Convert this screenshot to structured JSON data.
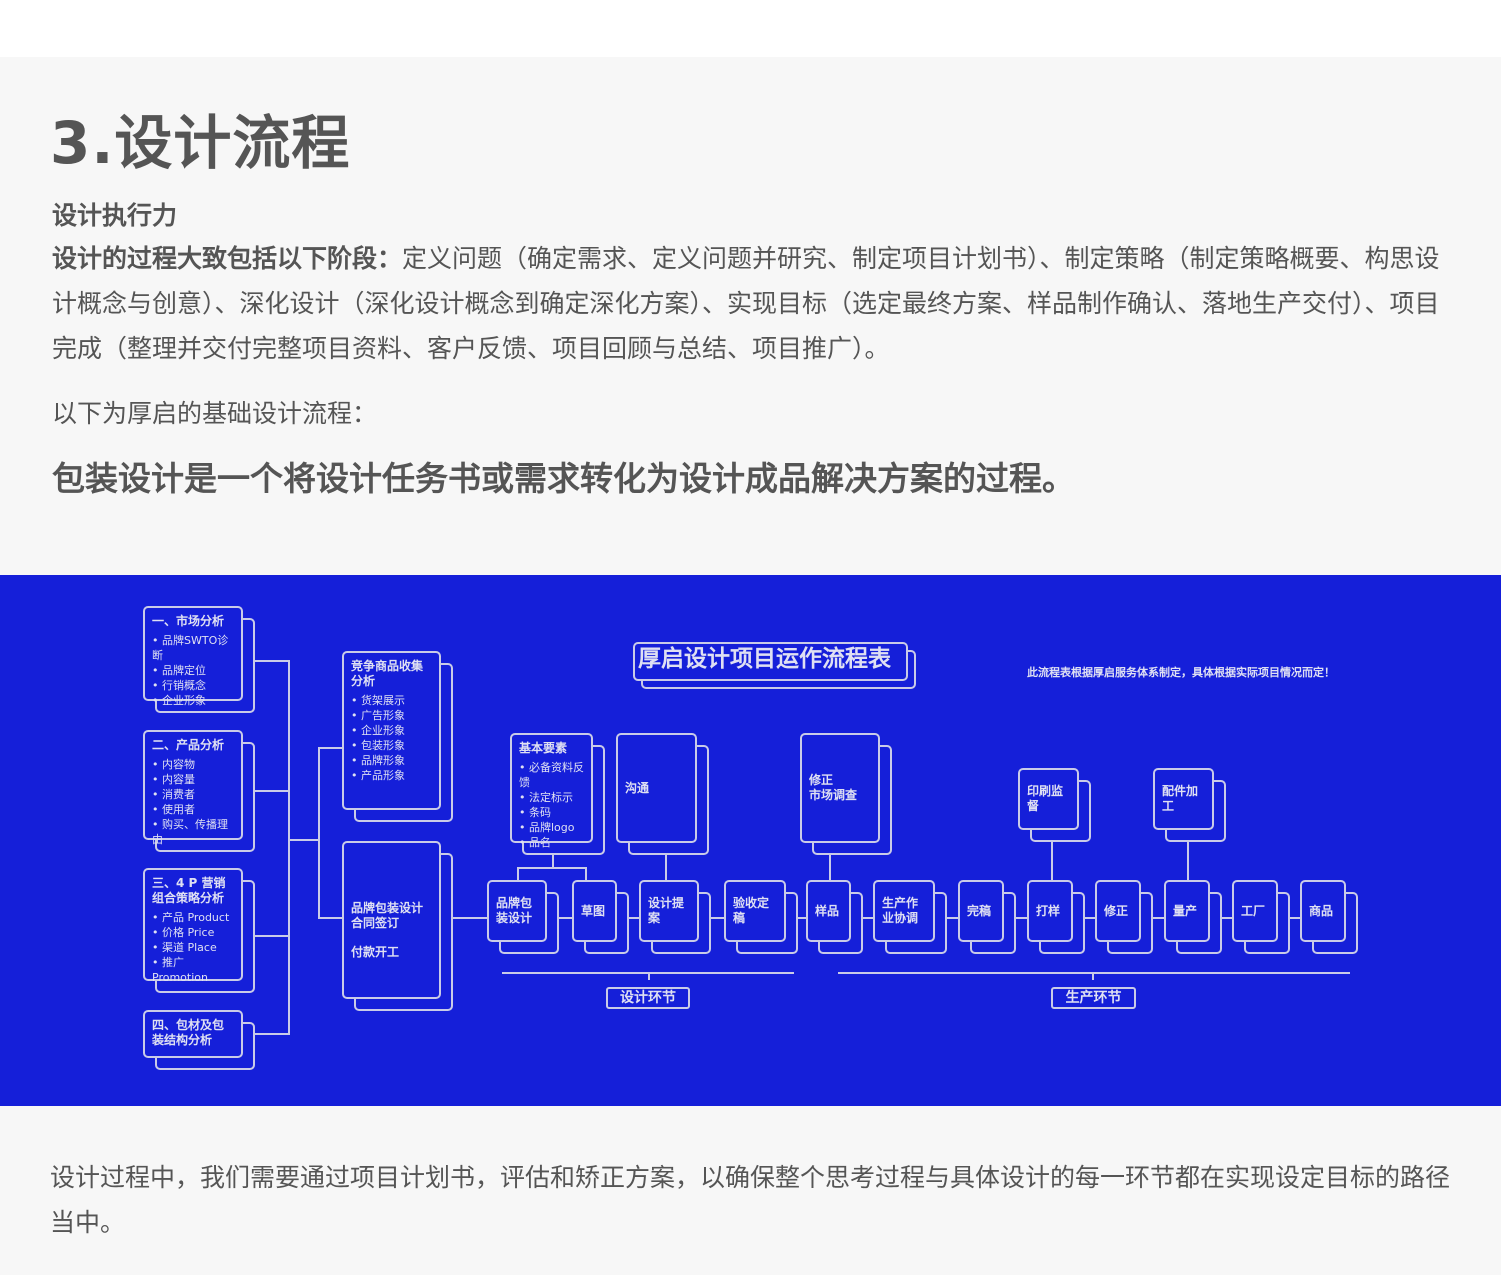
{
  "heading": "3.设计流程",
  "subheading": "设计执行力",
  "paragraph_lead": "设计的过程大致包括以下阶段：",
  "paragraph_body": "定义问题（确定需求、定义问题并研究、制定项目计划书）、制定策略（制定策略概要、构思设计概念与创意）、深化设计（深化设计概念到确定深化方案）、实现目标（选定最终方案、样品制作确认、落地生产交付）、项目完成（整理并交付完整项目资料、客户反馈、项目回顾与总结、项目推广）。",
  "intro": "以下为厚启的基础设计流程：",
  "lead": "包装设计是一个将设计任务书或需求转化为设计成品解决方案的过程。",
  "diagram": {
    "title": "厚启设计项目运作流程表",
    "note": "此流程表根据厚启服务体系制定，具体根据实际项目情况而定！",
    "analysis": [
      {
        "title": "一、市场分析",
        "items": [
          "品牌SWTO诊断",
          "品牌定位",
          "行销概念",
          "企业形象"
        ]
      },
      {
        "title": "二、产品分析",
        "items": [
          "内容物",
          "内容量",
          "消费者",
          "使用者",
          "购买、传播理由"
        ]
      },
      {
        "title": "三、4 P  营销组合策略分析",
        "items": [
          "产品 Product",
          "价格 Price",
          "渠道 Place",
          "推广 Promotion"
        ]
      },
      {
        "title": "四、包材及包装结构分析",
        "items": []
      }
    ],
    "competition": {
      "title": "竞争商品收集分析",
      "items": [
        "货架展示",
        "广告形象",
        "企业形象",
        "包装形象",
        "品牌形象",
        "产品形象"
      ]
    },
    "contract": {
      "line1": "品牌包装设计合同签订",
      "line2": "付款开工"
    },
    "upper": [
      {
        "title": "基本要素",
        "items": [
          "必备资料反馈",
          "法定标示",
          "条码",
          "品牌logo",
          "品名"
        ]
      },
      {
        "title": "沟通",
        "items": []
      },
      {
        "title": "修正\n市场调查",
        "items": []
      },
      {
        "title": "印刷监督",
        "items": []
      },
      {
        "title": "配件加工",
        "items": []
      }
    ],
    "steps": [
      "品牌包装设计",
      "草图",
      "设计提案",
      "验收定稿",
      "样品",
      "生产作业协调",
      "完稿",
      "打样",
      "修正",
      "量产",
      "工厂",
      "商品"
    ],
    "phase_design": "设计环节",
    "phase_production": "生产环节",
    "colors": {
      "background": "#151fd9",
      "line": "#c9cbe8"
    }
  },
  "footer": "设计过程中，我们需要通过项目计划书，评估和矫正方案，以确保整个思考过程与具体设计的每一环节都在实现设定目标的路径当中。"
}
